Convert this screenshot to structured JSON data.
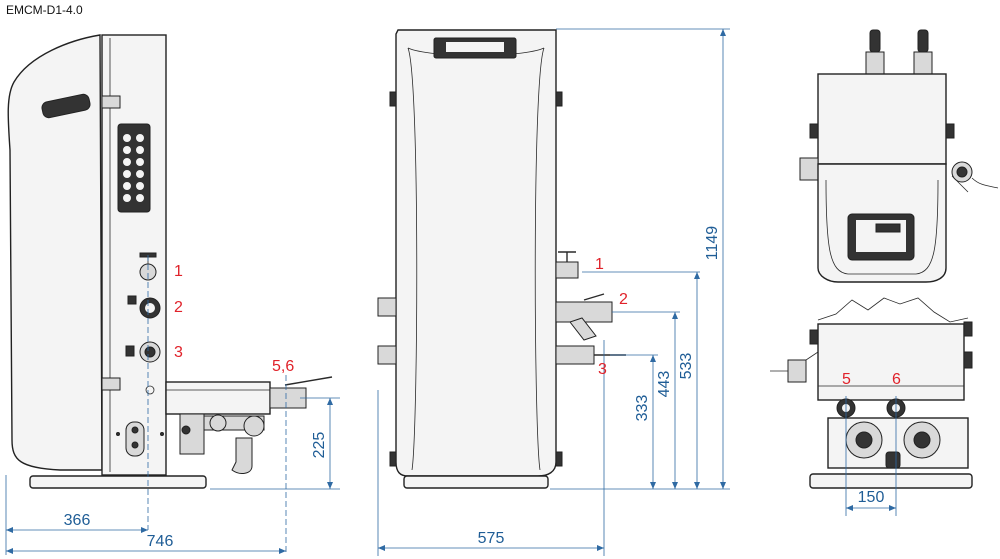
{
  "model": "EMCM-D1-4.0",
  "callouts": {
    "side": [
      "1",
      "2",
      "3",
      "5,6"
    ],
    "front": [
      "1",
      "2",
      "3"
    ],
    "bottom": [
      "5",
      "6"
    ]
  },
  "dimensions": {
    "side_h_225": "225",
    "side_w_366": "366",
    "side_w_746": "746",
    "front_w_575": "575",
    "front_h_333": "333",
    "front_h_443": "443",
    "front_h_533": "533",
    "front_h_1149": "1149",
    "bottom_w_150": "150"
  },
  "colors": {
    "dimension": "#2f6aa3",
    "callout": "#e0222a",
    "outline": "#222222"
  }
}
